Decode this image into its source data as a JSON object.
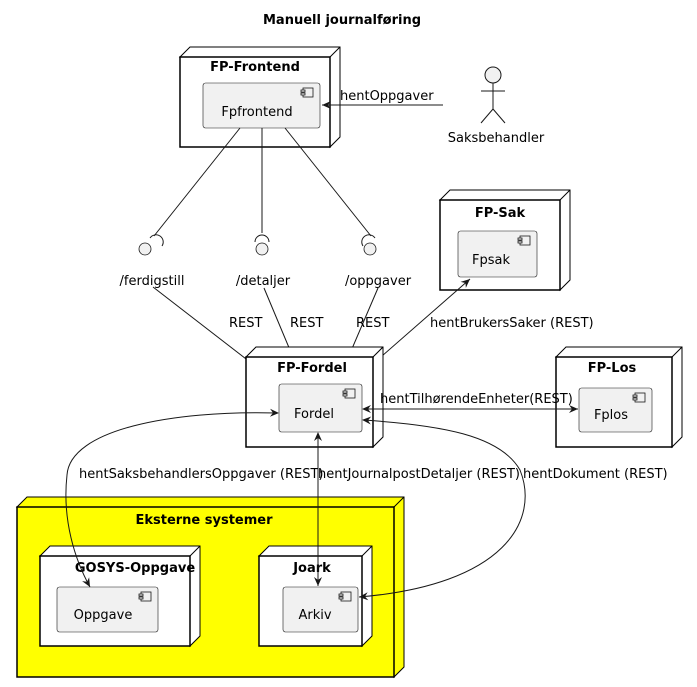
{
  "title": "Manuell journalføring",
  "nodes": {
    "fp_frontend": "FP-Frontend",
    "fp_sak": "FP-Sak",
    "fp_fordel": "FP-Fordel",
    "fp_los": "FP-Los",
    "eksterne": "Eksterne systemer",
    "gosys": "GOSYS-Oppgave",
    "joark": "Joark"
  },
  "components": {
    "fpfrontend": "Fpfrontend",
    "fpsak": "Fpsak",
    "fordel": "Fordel",
    "fplos": "Fplos",
    "oppgave": "Oppgave",
    "arkiv": "Arkiv"
  },
  "actor": "Saksbehandler",
  "interfaces": {
    "ferdigstill": "/ferdigstill",
    "detaljer": "/detaljer",
    "oppgaver": "/oppgaver"
  },
  "edges": {
    "hentOppgaver": "hentOppgaver",
    "rest1": "REST",
    "rest2": "REST",
    "rest3": "REST",
    "hentBrukersSaker": "hentBrukersSaker (REST)",
    "hentTilhorendeEnheter": "hentTilhørendeEnheter(REST)",
    "hentSaksbehandlersOppgaver": "hentSaksbehandlersOppgaver (REST)",
    "hentJournalpostDetaljer": "hentJournalpostDetaljer (REST)",
    "hentDokument": "hentDokument (REST)"
  },
  "colors": {
    "eksterne_fill": "#ffff00",
    "component_fill": "#f1f1f1",
    "line": "#181818"
  }
}
